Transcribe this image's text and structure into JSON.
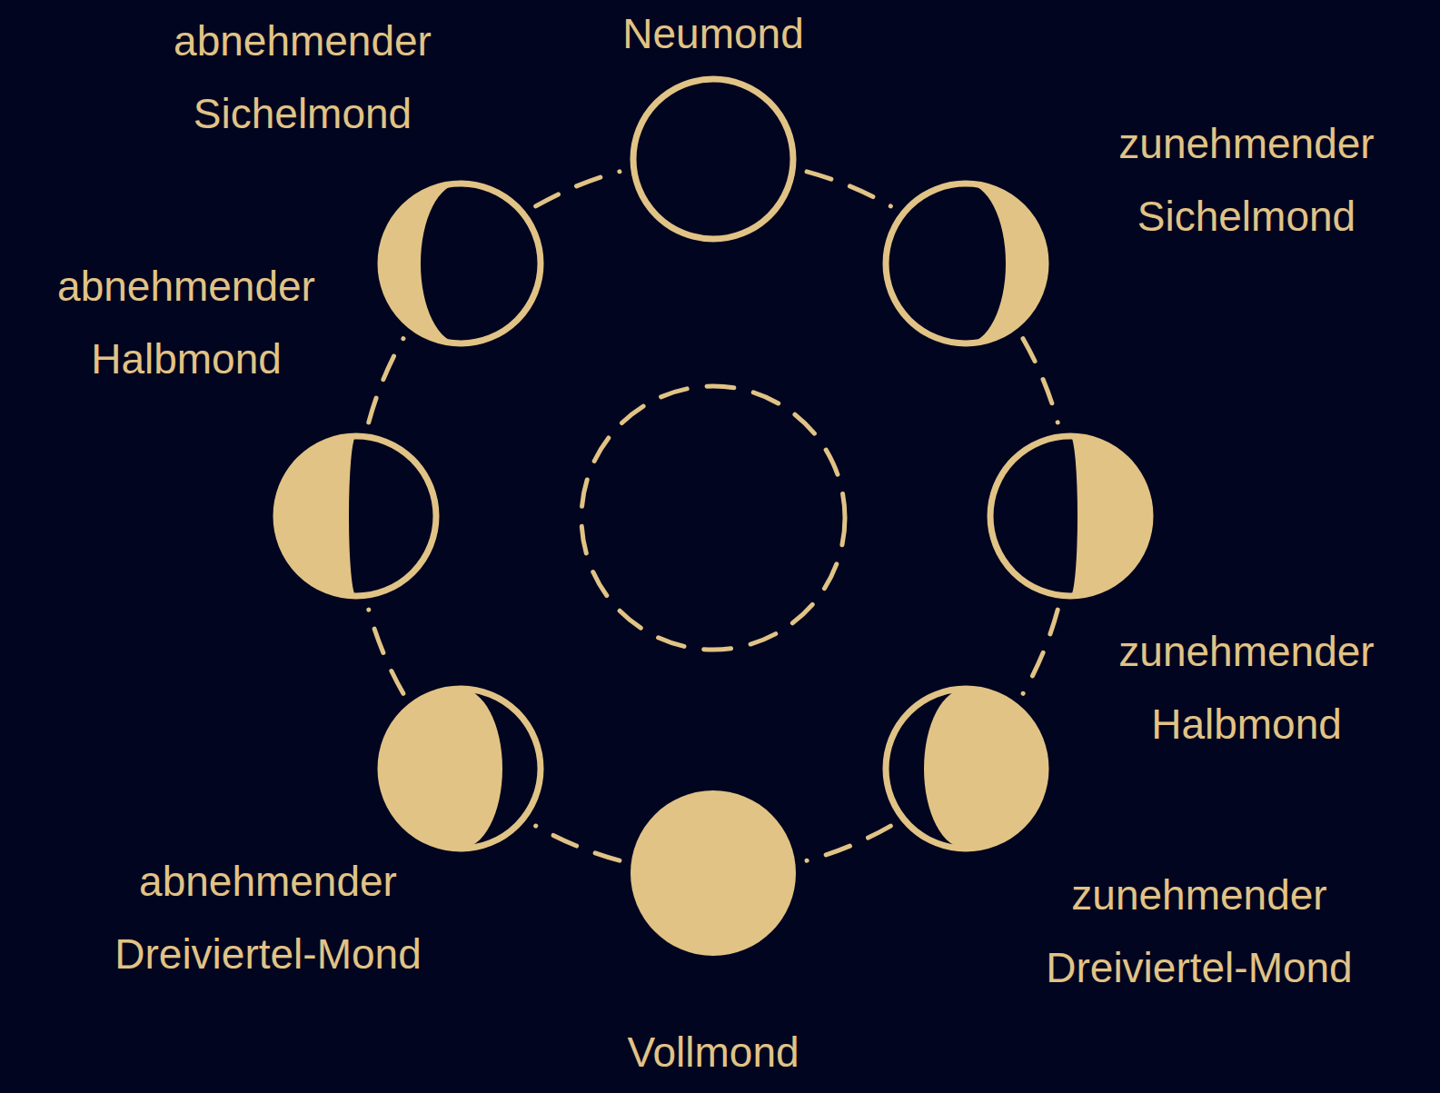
{
  "diagram": {
    "nodes": [
      {
        "text": [
          "Neumond"
        ]
      },
      {
        "text": [
          "zunehmender Sichelmond"
        ]
      },
      {
        "text": [
          "zunehmender Halbmond"
        ]
      },
      {
        "text": [
          "zunehmender Dreiviertel-Mond"
        ]
      },
      {
        "text": [
          "Vollmond"
        ]
      },
      {
        "text": [
          "abnehmender Dreiviertel-Mond"
        ]
      },
      {
        "text": [
          "abnehmender Halbmond"
        ]
      },
      {
        "text": [
          "abnehmender Sichelmond"
        ]
      }
    ],
    "edges": [
      {
        "from": 0,
        "to": 1,
        "arrow": "none"
      },
      {
        "from": 1,
        "to": 2,
        "arrow": "none"
      },
      {
        "from": 2,
        "to": 3,
        "arrow": "none"
      },
      {
        "from": 3,
        "to": 4,
        "arrow": "none"
      },
      {
        "from": 4,
        "to": 5,
        "arrow": "none"
      },
      {
        "from": 5,
        "to": 6,
        "arrow": "none"
      },
      {
        "from": 6,
        "to": 7,
        "arrow": "none"
      },
      {
        "from": 7,
        "to": 0,
        "arrow": "none"
      }
    ]
  }
}
